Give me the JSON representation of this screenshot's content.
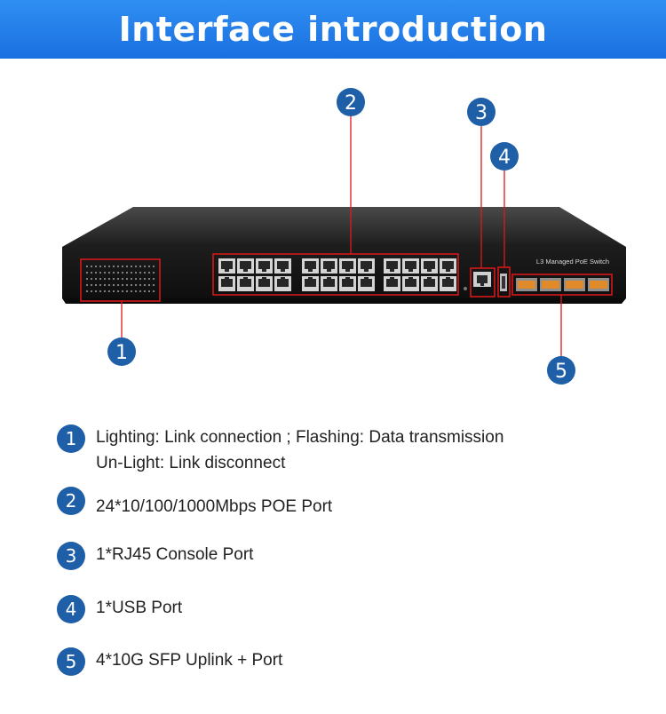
{
  "header": {
    "title": "Interface introduction"
  },
  "device": {
    "brand_label": "L3 Managed PoE Switch"
  },
  "callouts": [
    "1",
    "2",
    "3",
    "4",
    "5"
  ],
  "legend": [
    {
      "num": "1",
      "lines": [
        "Lighting: Link connection ; Flashing: Data transmission",
        "Un-Light: Link disconnect"
      ]
    },
    {
      "num": "2",
      "lines": [
        "24*10/100/1000Mbps POE Port"
      ]
    },
    {
      "num": "3",
      "lines": [
        "1*RJ45 Console Port"
      ]
    },
    {
      "num": "4",
      "lines": [
        "1*USB Port"
      ]
    },
    {
      "num": "5",
      "lines": [
        "4*10G SFP Uplink + Port"
      ]
    }
  ],
  "colors": {
    "header": "#1f7ae8",
    "badge": "#1e5fa8",
    "highlight": "#e01818"
  }
}
